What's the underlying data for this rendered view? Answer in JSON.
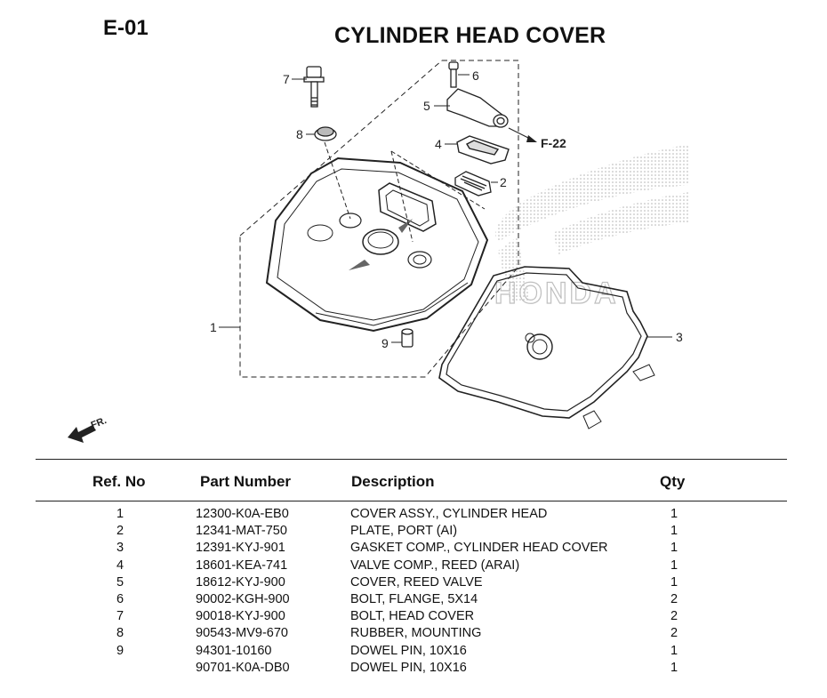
{
  "header": {
    "code": "E-01",
    "title": "CYLINDER HEAD COVER"
  },
  "diagram": {
    "callouts": [
      "1",
      "2",
      "3",
      "4",
      "5",
      "6",
      "7",
      "8",
      "9"
    ],
    "ref_label": "F-22",
    "direction_label": "FR.",
    "watermark": "HONDA"
  },
  "table": {
    "headers": {
      "ref": "Ref. No",
      "part": "Part Number",
      "desc": "Description",
      "qty": "Qty"
    },
    "rows": [
      {
        "ref": "1",
        "part": "12300-K0A-EB0",
        "desc": "COVER ASSY., CYLINDER HEAD",
        "qty": "1"
      },
      {
        "ref": "2",
        "part": "12341-MAT-750",
        "desc": "PLATE, PORT (AI)",
        "qty": "1"
      },
      {
        "ref": "3",
        "part": "12391-KYJ-901",
        "desc": "GASKET COMP., CYLINDER HEAD COVER",
        "qty": "1"
      },
      {
        "ref": "4",
        "part": "18601-KEA-741",
        "desc": "VALVE COMP., REED (ARAI)",
        "qty": "1"
      },
      {
        "ref": "5",
        "part": "18612-KYJ-900",
        "desc": "COVER, REED VALVE",
        "qty": "1"
      },
      {
        "ref": "6",
        "part": "90002-KGH-900",
        "desc": "BOLT, FLANGE, 5X14",
        "qty": "2"
      },
      {
        "ref": "7",
        "part": "90018-KYJ-900",
        "desc": "BOLT, HEAD COVER",
        "qty": "2"
      },
      {
        "ref": "8",
        "part": "90543-MV9-670",
        "desc": "RUBBER, MOUNTING",
        "qty": "2"
      },
      {
        "ref": "9",
        "part": "94301-10160",
        "desc": "DOWEL PIN, 10X16",
        "qty": "1"
      },
      {
        "ref": "",
        "part": "90701-K0A-DB0",
        "desc": "DOWEL PIN, 10X16",
        "qty": "1"
      }
    ]
  }
}
